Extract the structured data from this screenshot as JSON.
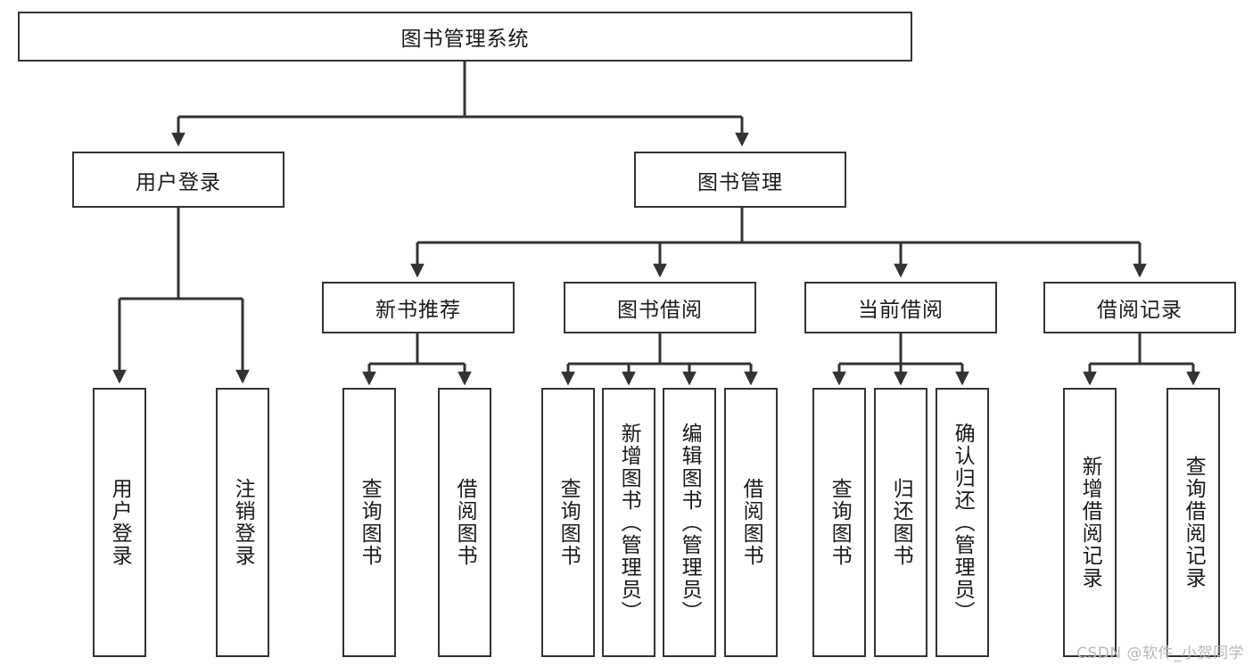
{
  "diagram": {
    "type": "tree-hierarchy",
    "title": "图书管理系统",
    "watermark": "CSDN @软件_小贺同学",
    "colors": {
      "stroke": "#333333",
      "background": "#ffffff",
      "text": "#1a1a1a",
      "watermark": "#b9b9b9"
    },
    "root": {
      "label": "图书管理系统",
      "level": 0
    },
    "level1": [
      {
        "label": "用户登录",
        "level": 1
      },
      {
        "label": "图书管理",
        "level": 1
      }
    ],
    "level2": [
      {
        "label": "新书推荐",
        "level": 2,
        "parent": "图书管理"
      },
      {
        "label": "图书借阅",
        "level": 2,
        "parent": "图书管理"
      },
      {
        "label": "当前借阅",
        "level": 2,
        "parent": "图书管理"
      },
      {
        "label": "借阅记录",
        "level": 2,
        "parent": "图书管理"
      }
    ],
    "leaves": {
      "user_login": [
        {
          "label": "用户登录"
        },
        {
          "label": "注销登录"
        }
      ],
      "new_book_recommend": [
        {
          "label": "查询图书"
        },
        {
          "label": "借阅图书"
        }
      ],
      "book_borrow": [
        {
          "label": "查询图书"
        },
        {
          "label": "新增图书（管理员）"
        },
        {
          "label": "编辑图书（管理员）"
        },
        {
          "label": "借阅图书"
        }
      ],
      "current_borrow": [
        {
          "label": "查询图书"
        },
        {
          "label": "归还图书"
        },
        {
          "label": "确认归还（管理员）"
        }
      ],
      "borrow_record": [
        {
          "label": "新增借阅记录"
        },
        {
          "label": "查询借阅记录"
        }
      ]
    }
  }
}
